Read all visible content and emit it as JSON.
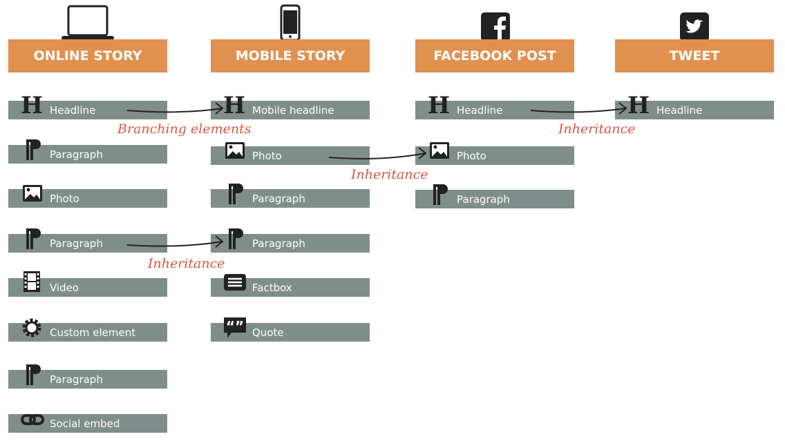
{
  "columns": [
    {
      "title": "ONLINE STORY",
      "device": "laptop-icon",
      "items": [
        {
          "label": "Headline",
          "icon": "headline-icon"
        },
        {
          "label": "Paragraph",
          "icon": "paragraph-icon"
        },
        {
          "label": "Photo",
          "icon": "photo-icon"
        },
        {
          "label": "Paragraph",
          "icon": "paragraph-icon"
        },
        {
          "label": "Video",
          "icon": "video-icon"
        },
        {
          "label": "Custom element",
          "icon": "gear-icon"
        },
        {
          "label": "Paragraph",
          "icon": "paragraph-icon"
        },
        {
          "label": "Social embed",
          "icon": "link-icon"
        }
      ]
    },
    {
      "title": "MOBILE STORY",
      "device": "phone-icon",
      "items": [
        {
          "label": "Mobile headline",
          "icon": "headline-icon"
        },
        {
          "label": "Photo",
          "icon": "photo-icon"
        },
        {
          "label": "Paragraph",
          "icon": "paragraph-icon"
        },
        {
          "label": "Paragraph",
          "icon": "paragraph-icon"
        },
        {
          "label": "Factbox",
          "icon": "factbox-icon"
        },
        {
          "label": "Quote",
          "icon": "quote-icon"
        }
      ]
    },
    {
      "title": "FACEBOOK POST",
      "device": "facebook-icon",
      "items": [
        {
          "label": "Headline",
          "icon": "headline-icon"
        },
        {
          "label": "Photo",
          "icon": "photo-icon"
        },
        {
          "label": "Paragraph",
          "icon": "paragraph-icon"
        }
      ]
    },
    {
      "title": "TWEET",
      "device": "twitter-icon",
      "items": [
        {
          "label": "Headline",
          "icon": "headline-icon"
        }
      ]
    }
  ],
  "annotations": [
    "Branching elements",
    "Inheritance",
    "Inheritance",
    "Inheritance"
  ],
  "colors": {
    "header": "#E0904F",
    "bar": "#7F8E8A",
    "annotation": "#D9553F"
  }
}
